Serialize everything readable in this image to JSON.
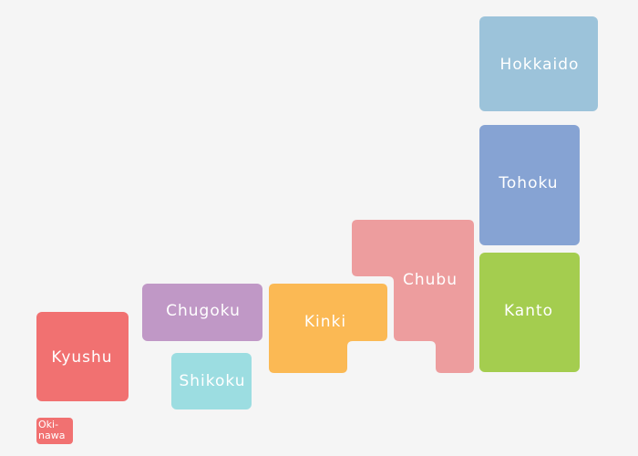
{
  "regions": {
    "hokkaido": {
      "label": "Hokkaido",
      "color": "#9cc3da"
    },
    "tohoku": {
      "label": "Tohoku",
      "color": "#86a3d3"
    },
    "kanto": {
      "label": "Kanto",
      "color": "#a4cd4f"
    },
    "chubu": {
      "label": "Chubu",
      "color": "#ed9d9e"
    },
    "kinki": {
      "label": "Kinki",
      "color": "#fbb954"
    },
    "chugoku": {
      "label": "Chugoku",
      "color": "#c098c6"
    },
    "shikoku": {
      "label": "Shikoku",
      "color": "#9cdde1"
    },
    "kyushu": {
      "label": "Kyushu",
      "color": "#f17171"
    },
    "okinawa": {
      "label_line1": "Oki-",
      "label_line2": "nawa",
      "color": "#f17171"
    }
  }
}
